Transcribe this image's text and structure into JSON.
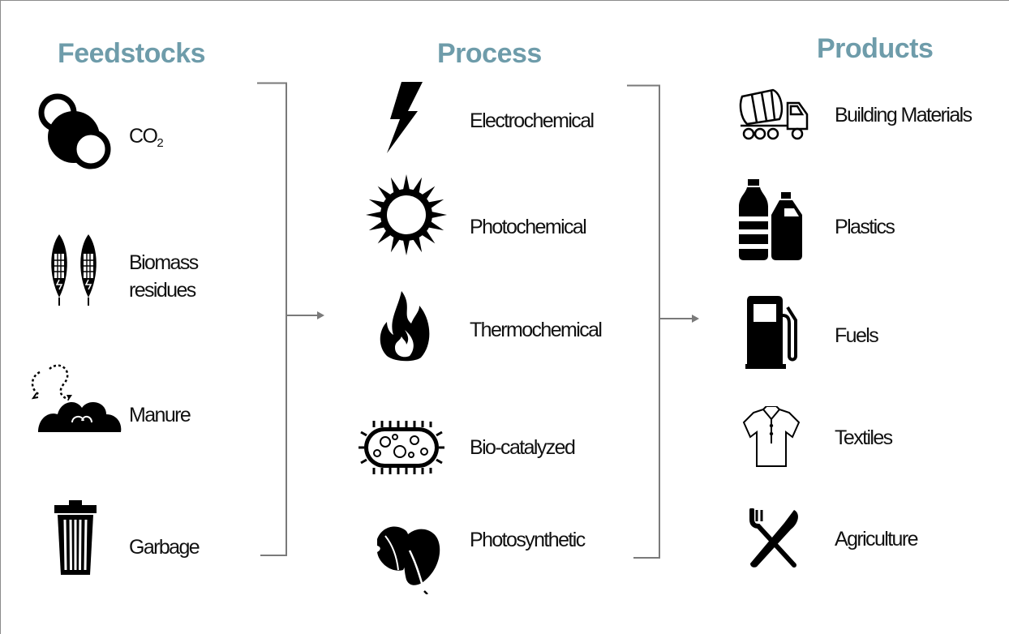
{
  "columns": {
    "feedstocks": {
      "heading": "Feedstocks",
      "items": [
        {
          "label": "CO",
          "sub": "2",
          "icon": "co2-molecule-icon"
        },
        {
          "label_line1": "Biomass",
          "label_line2": "residues",
          "icon": "corn-icon"
        },
        {
          "label": "Manure",
          "icon": "manure-icon"
        },
        {
          "label": "Garbage",
          "icon": "trash-can-icon"
        }
      ]
    },
    "process": {
      "heading": "Process",
      "items": [
        {
          "label": "Electrochemical",
          "icon": "lightning-bolt-icon"
        },
        {
          "label": "Photochemical",
          "icon": "sun-icon"
        },
        {
          "label": "Thermochemical",
          "icon": "flame-icon"
        },
        {
          "label": "Bio-catalyzed",
          "icon": "bacterium-icon"
        },
        {
          "label": "Photosynthetic",
          "icon": "leaves-icon"
        }
      ]
    },
    "products": {
      "heading": "Products",
      "items": [
        {
          "label": "Building Materials",
          "icon": "cement-truck-icon"
        },
        {
          "label": "Plastics",
          "icon": "plastic-bottles-icon"
        },
        {
          "label": "Fuels",
          "icon": "fuel-pump-icon"
        },
        {
          "label": "Textiles",
          "icon": "shirt-icon"
        },
        {
          "label": "Agriculture",
          "icon": "fork-knife-icon"
        }
      ]
    }
  },
  "colors": {
    "heading": "#6e9caa",
    "icon": "#000000",
    "connector": "#7a7a7a",
    "frame": "#8c8c8c"
  }
}
